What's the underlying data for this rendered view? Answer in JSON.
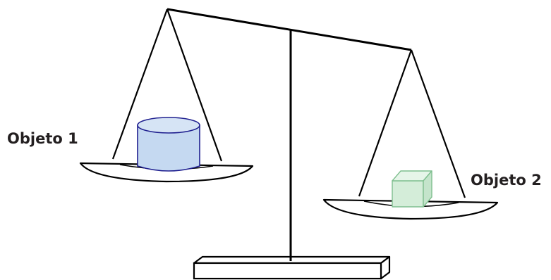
{
  "objects": [
    {
      "label": "Objeto 1",
      "shape": "cylinder",
      "fill": "#c5d9f1",
      "stroke": "#1f1f8f"
    },
    {
      "label": "Objeto 2",
      "shape": "cube",
      "fill": "#d4edd9",
      "stroke": "#7fbf8f"
    }
  ],
  "colors": {
    "line": "#000000",
    "text": "#231f20",
    "background": "#ffffff"
  }
}
